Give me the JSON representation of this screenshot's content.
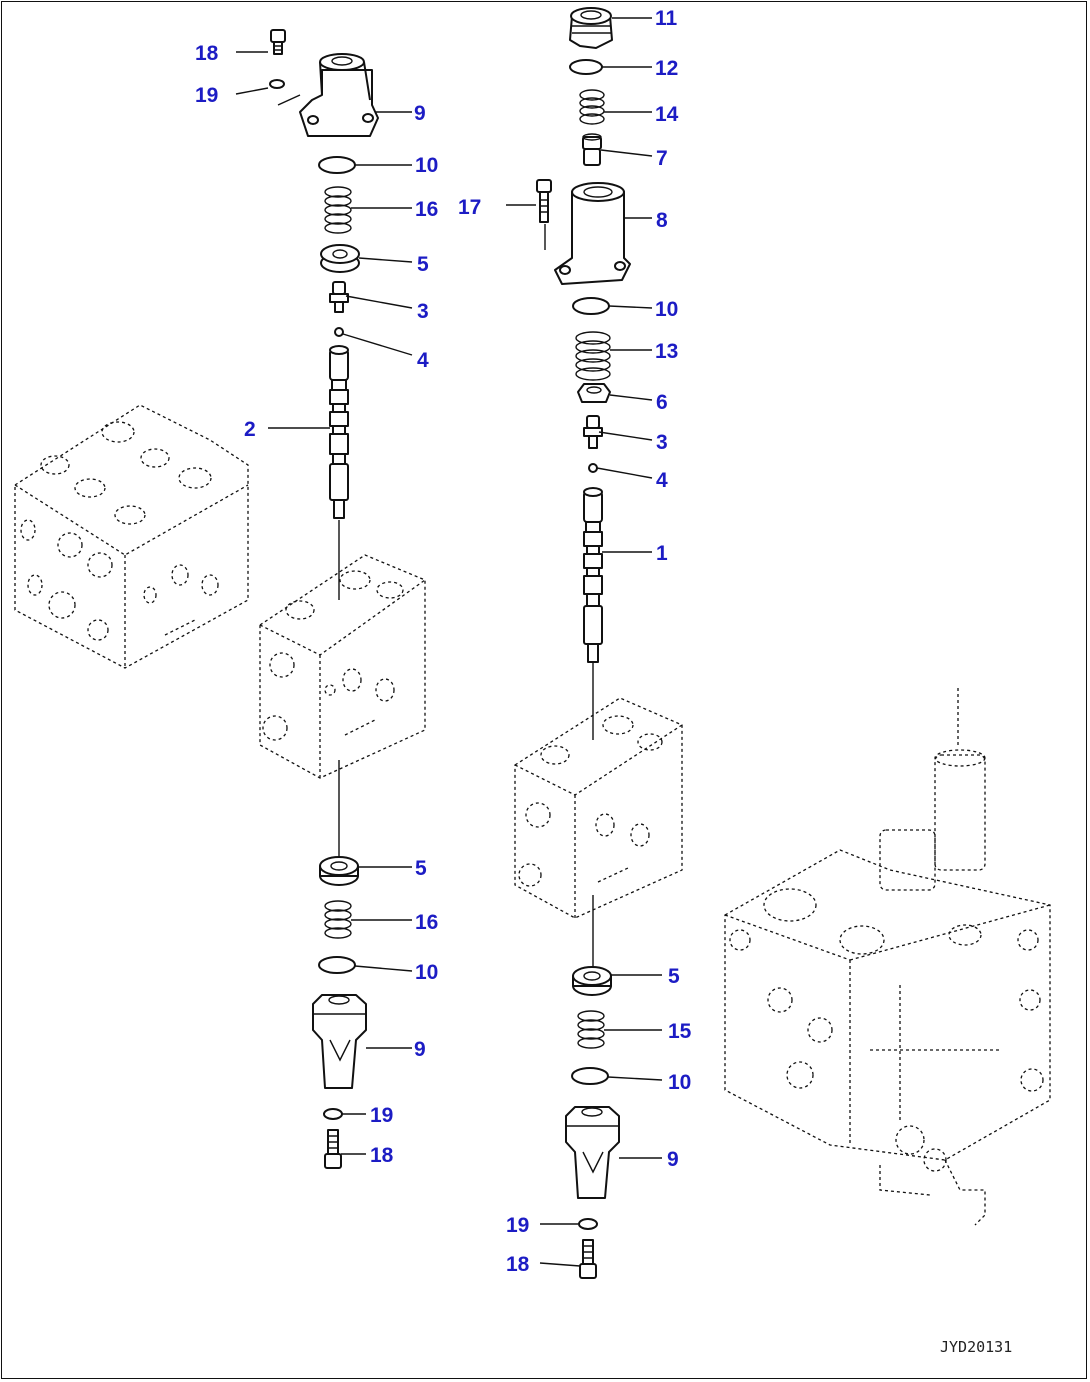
{
  "figure_code": "JYD20131",
  "callouts": [
    {
      "label": "18",
      "part": "bolt"
    },
    {
      "label": "19",
      "part": "washer"
    },
    {
      "label": "9",
      "part": "cap"
    },
    {
      "label": "10",
      "part": "o-ring"
    },
    {
      "label": "16",
      "part": "spring"
    },
    {
      "label": "5",
      "part": "retainer"
    },
    {
      "label": "3",
      "part": "stopper"
    },
    {
      "label": "4",
      "part": "ball"
    },
    {
      "label": "2",
      "part": "spool"
    },
    {
      "label": "5",
      "part": "retainer"
    },
    {
      "label": "16",
      "part": "spring"
    },
    {
      "label": "10",
      "part": "o-ring"
    },
    {
      "label": "9",
      "part": "cap"
    },
    {
      "label": "19",
      "part": "washer"
    },
    {
      "label": "18",
      "part": "bolt"
    },
    {
      "label": "11",
      "part": "plug"
    },
    {
      "label": "12",
      "part": "o-ring"
    },
    {
      "label": "14",
      "part": "spring"
    },
    {
      "label": "7",
      "part": "piston"
    },
    {
      "label": "17",
      "part": "bolt"
    },
    {
      "label": "8",
      "part": "cap"
    },
    {
      "label": "10",
      "part": "o-ring"
    },
    {
      "label": "13",
      "part": "spring"
    },
    {
      "label": "6",
      "part": "retainer"
    },
    {
      "label": "3",
      "part": "stopper"
    },
    {
      "label": "4",
      "part": "ball"
    },
    {
      "label": "1",
      "part": "spool"
    },
    {
      "label": "5",
      "part": "retainer"
    },
    {
      "label": "15",
      "part": "spring"
    },
    {
      "label": "10",
      "part": "o-ring"
    },
    {
      "label": "9",
      "part": "cap"
    },
    {
      "label": "19",
      "part": "washer"
    },
    {
      "label": "18",
      "part": "bolt"
    }
  ]
}
